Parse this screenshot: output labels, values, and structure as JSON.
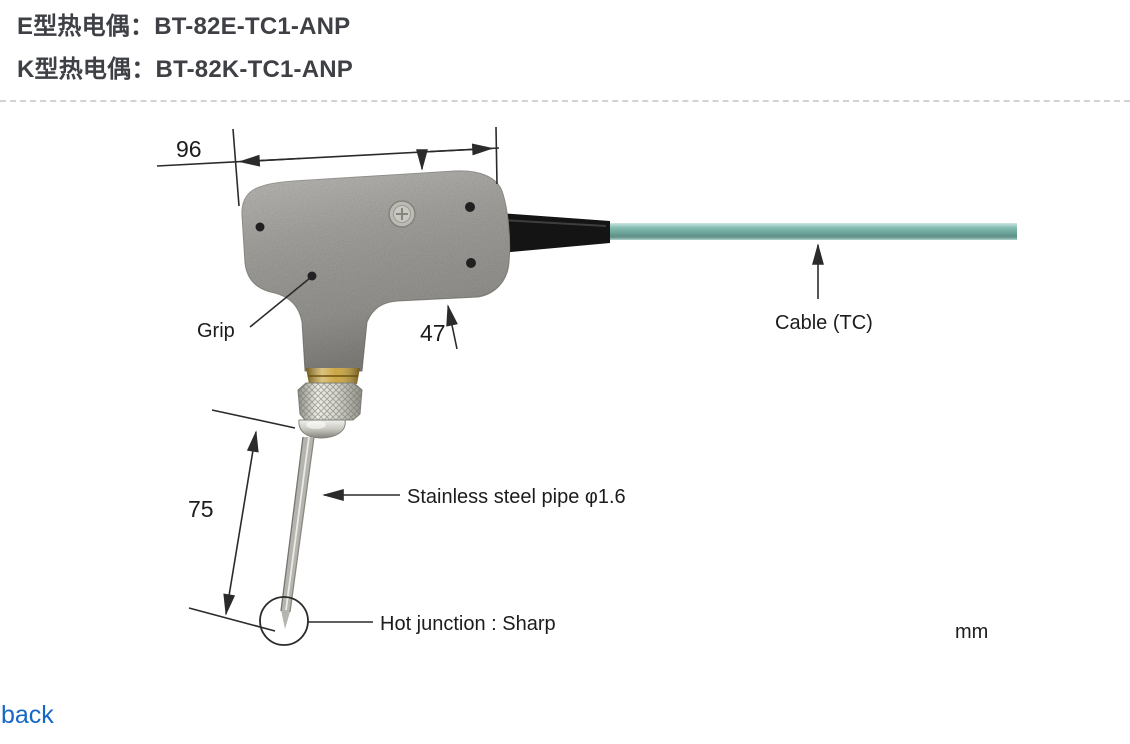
{
  "header": {
    "title_e": "E型热电偶：BT-82E-TC1-ANP",
    "title_k": "K型热电偶：BT-82K-TC1-ANP"
  },
  "diagram": {
    "dim_width": "96",
    "dim_height": "47",
    "dim_pipe_length": "75",
    "grip_label": "Grip",
    "cable_label": "Cable (TC)",
    "pipe_label": "Stainless steel pipe φ1.6",
    "hot_junction_label": "Hot junction : Sharp",
    "unit_label": "mm",
    "colors": {
      "cable": "#7ab9ae",
      "grip_body": "#aeaca7",
      "brass": "#c9a23b",
      "steel_pipe": "#b5b4ae",
      "strain_relief": "#141414",
      "line": "#2b2b2b"
    }
  },
  "footer": {
    "back_label": "back"
  }
}
